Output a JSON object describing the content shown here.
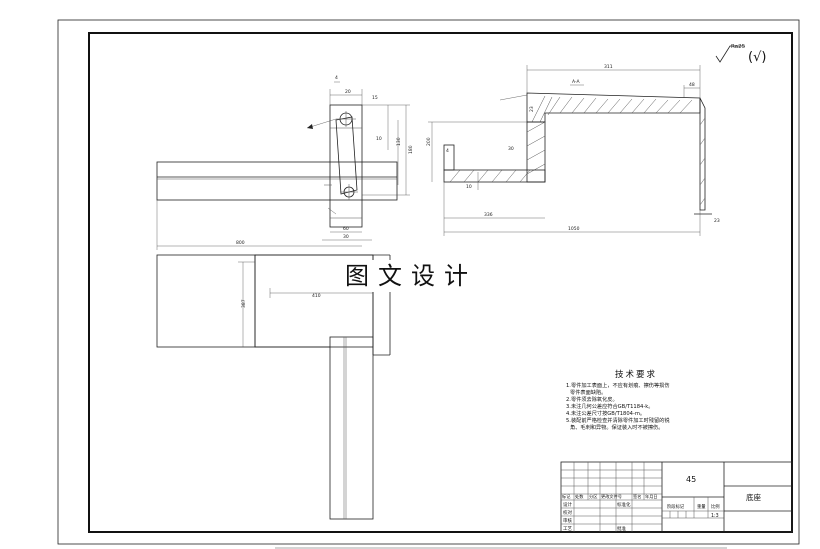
{
  "roughness": {
    "symbol": "Ra25",
    "paren": "(√)"
  },
  "watermark": "图文设计",
  "tech_requirements": {
    "title": "技术要求",
    "items": [
      "1.零件加工表面上，不应有划痕、擦伤等损伤",
      "零件表面缺陷。",
      "2.零件须去除氧化皮。",
      "3.未注几何公差应符合GB/T1184-k。",
      "4.未注公差尺寸按GB/T1804-m。",
      "5.装配前严格检查并清除零件加工时残留的锐",
      "角、毛刺和异物。保证装入时不被擦伤。"
    ]
  },
  "title_block": {
    "material": "45",
    "part_name": "底座",
    "scale": "1:3",
    "stage_label": "阶段标记",
    "weight_label": "重量",
    "scale_label": "比例",
    "standardization_label": "标准化",
    "approve_label": "批准",
    "process_label": "工艺",
    "audit_label": "审核",
    "check_label": "校对",
    "design_label": "设计",
    "header_cols": [
      "标记",
      "处数",
      "分区",
      "更改文件号",
      "签名",
      "年月日"
    ]
  },
  "dimensions": {
    "d_4": "4",
    "d_15": "15",
    "d_20": "20",
    "d_10": "10",
    "d_130": "130",
    "d_60": "60",
    "d_180": "180",
    "d_800": "800",
    "d_311": "311",
    "d_48": "48",
    "d_200": "200",
    "d_336": "336",
    "d_1050": "1050",
    "d_23": "23",
    "d_30": "30",
    "d_387": "387",
    "d_410": "410",
    "section": "A-A"
  }
}
